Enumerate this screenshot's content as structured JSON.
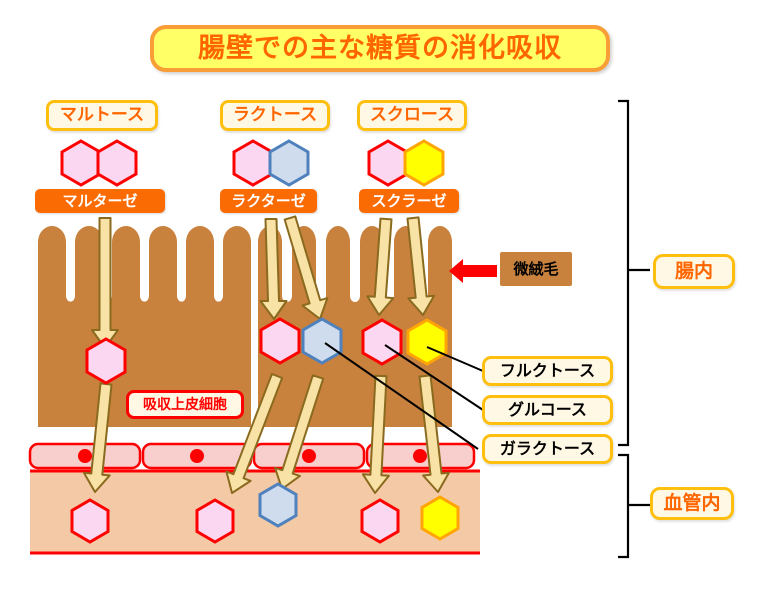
{
  "title": "腸壁での主な糖質の消化吸収",
  "disaccharides": [
    {
      "name": "マルトース"
    },
    {
      "name": "ラクトース"
    },
    {
      "name": "スクロース"
    }
  ],
  "enzymes": [
    {
      "name": "マルターゼ"
    },
    {
      "name": "ラクターゼ"
    },
    {
      "name": "スクラーゼ"
    }
  ],
  "monosaccharides": [
    {
      "name": "フルクトース"
    },
    {
      "name": "グルコース"
    },
    {
      "name": "ガラクトース"
    }
  ],
  "annotations": {
    "microvilli": "微絨毛",
    "epithelial_cell": "吸収上皮細胞",
    "lumen": "腸内",
    "blood_vessel": "血管内"
  },
  "colors": {
    "title_bg": "#FFFF66",
    "title_border": "#F99D36",
    "accent_orange": "#FF6600",
    "label_bg": "#FFF8E4",
    "gold_border": "#FFBF0F",
    "enzyme_bg": "#FB6B03",
    "red": "#FF0000",
    "villi_brown": "#C8823E",
    "arrow_fill": "#F8E2A6",
    "arrow_border": "#8A6A1E",
    "hex_pink": "#FBD7F2",
    "hex_blue_fill": "#CFDCEE",
    "hex_blue_border": "#4F81BD",
    "hex_yellow_fill": "#FFFF00",
    "hex_yellow_border": "#FFA505",
    "cell_pink": "#F9CFCE",
    "blood_peach": "#F4C9A5",
    "line_black": "#000000"
  }
}
